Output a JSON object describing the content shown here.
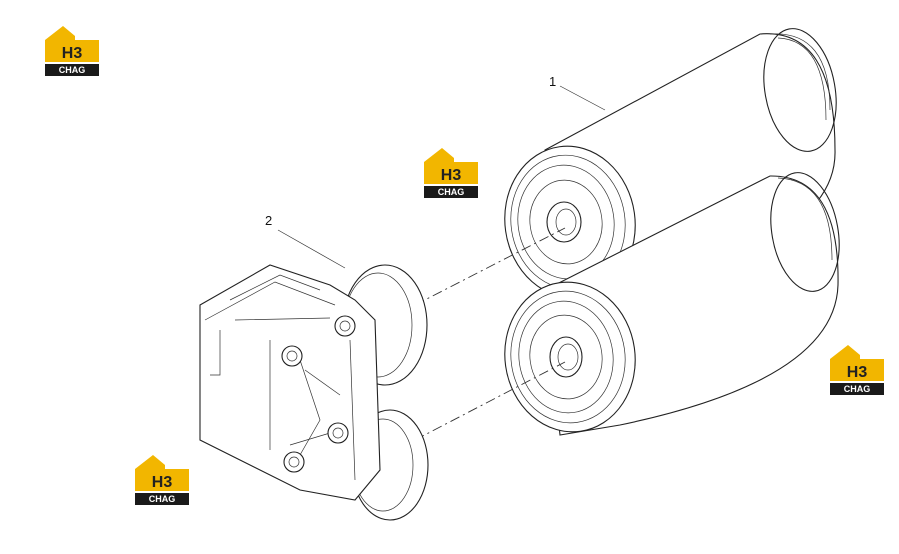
{
  "callouts": {
    "part_1": "1",
    "part_2": "2"
  },
  "watermark": {
    "top_text": "H3",
    "bottom_text": "CHAG",
    "colors": {
      "roof": "#f2b600",
      "box": "#f2b600",
      "letters": "#222222",
      "band": "#1a1a1a",
      "band_text": "#ffffff"
    }
  },
  "colors": {
    "line": "#222222",
    "background": "#ffffff"
  }
}
